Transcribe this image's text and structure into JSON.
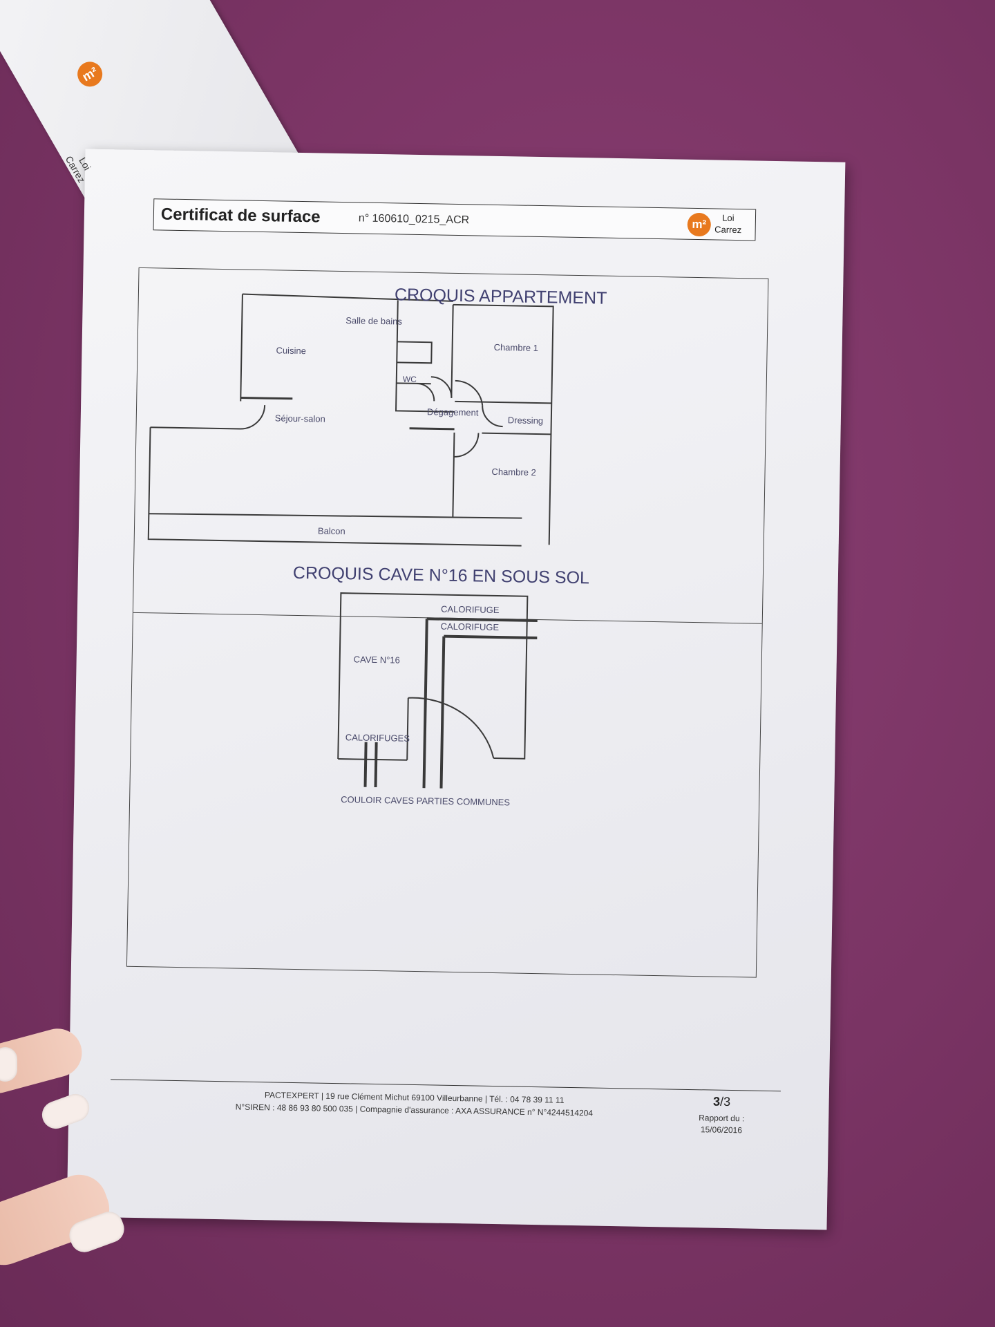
{
  "back_page": {
    "logo": "m²",
    "label_line1": "Loi",
    "label_line2": "Carrez"
  },
  "header": {
    "title": "Certificat de surface",
    "number": "n° 160610_0215_ACR",
    "logo": "m²",
    "logo_label_line1": "Loi",
    "logo_label_line2": "Carrez"
  },
  "plan_apartment": {
    "title": "CROQUIS APPARTEMENT",
    "rooms": {
      "salle_de_bains": "Salle de bains",
      "chambre1": "Chambre 1",
      "cuisine": "Cuisine",
      "wc": "WC",
      "degagement": "Dégagement",
      "dressing": "Dressing",
      "sejour": "Séjour-salon",
      "chambre2": "Chambre 2",
      "balcon": "Balcon"
    }
  },
  "plan_cave": {
    "title": "CROQUIS CAVE N°16 EN SOUS SOL",
    "labels": {
      "calorifuge1": "CALORIFUGE",
      "calorifuge2": "CALORIFUGE",
      "cave": "CAVE N°16",
      "calorifuges": "CALORIFUGES",
      "couloir": "COULOIR CAVES PARTIES COMMUNES"
    }
  },
  "footer": {
    "line1": "PACTEXPERT | 19 rue Clément Michut 69100 Villeurbanne | Tél. : 04 78 39 11 11",
    "line2": "N°SIREN : 48 86 93 80 500 035 | Compagnie d'assurance : AXA ASSURANCE n° N°4244514204",
    "page_current": "3",
    "page_total": "/3",
    "report_label": "Rapport du :",
    "report_date": "15/06/2016"
  }
}
